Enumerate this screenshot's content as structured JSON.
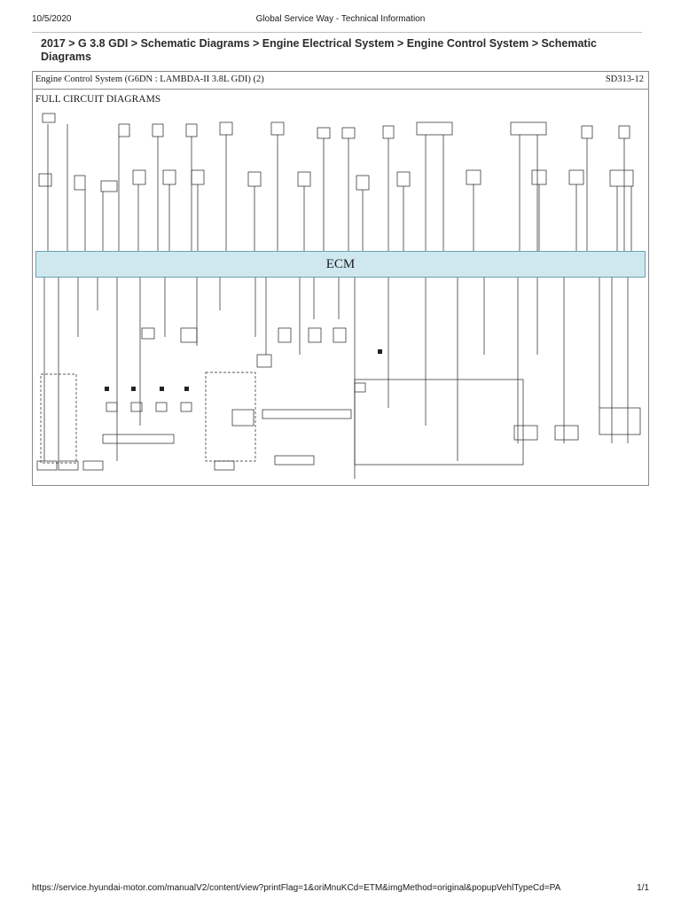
{
  "print_header": {
    "date": "10/5/2020",
    "title": "Global Service Way - Technical Information"
  },
  "breadcrumb": "2017 > G 3.8 GDI > Schematic Diagrams > Engine Electrical System > Engine Control System > Schematic Diagrams",
  "diagram": {
    "system_title": "Engine Control System (G6DN : LAMBDA-II 3.8L GDI) (2)",
    "doc_code": "SD313-12",
    "section_title": "FULL CIRCUIT DIAGRAMS",
    "ecm_label": "ECM",
    "colors": {
      "ecm_fill": "#cfe8ef",
      "wire": "#222222",
      "frame": "#8a8a8a"
    }
  },
  "print_footer": {
    "url": "https://service.hyundai-motor.com/manualV2/content/view?printFlag=1&oriMnuKCd=ETM&imgMethod=original&popupVehlTypeCd=PA",
    "page": "1/1"
  }
}
